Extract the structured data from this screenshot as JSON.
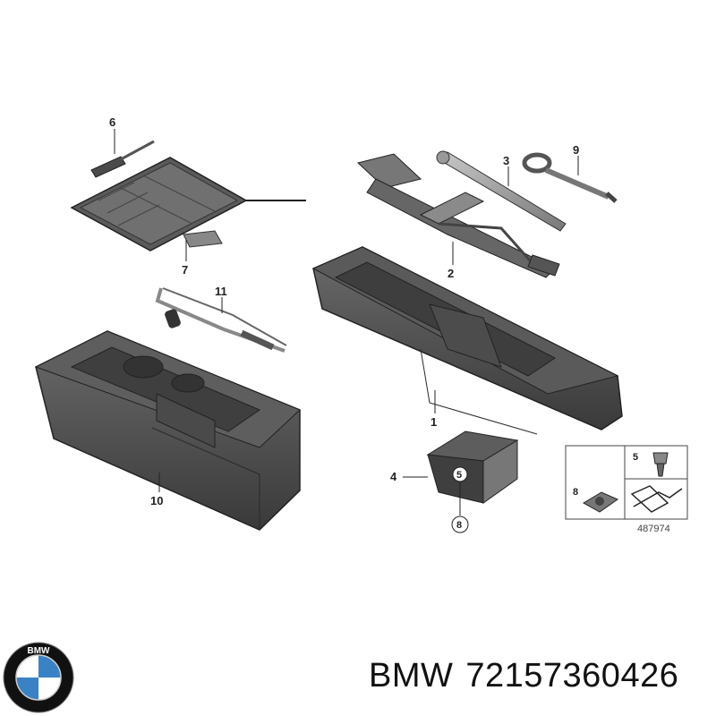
{
  "callouts": {
    "c1": "1",
    "c2": "2",
    "c3": "3",
    "c4": "4",
    "c5": "5",
    "c6": "6",
    "c7": "7",
    "c8": "8",
    "c9": "9",
    "c10": "10",
    "c11": "11",
    "c4_circle5": "5",
    "c4_circle8": "8",
    "inset_5": "5",
    "inset_8": "8"
  },
  "reference_number": "487974",
  "footer": {
    "brand": "BMW",
    "part_number": "72157360426"
  },
  "logo": {
    "text": "BMW",
    "colors": {
      "ring": "#111111",
      "blue": "#3a82c4",
      "white": "#ffffff"
    }
  }
}
